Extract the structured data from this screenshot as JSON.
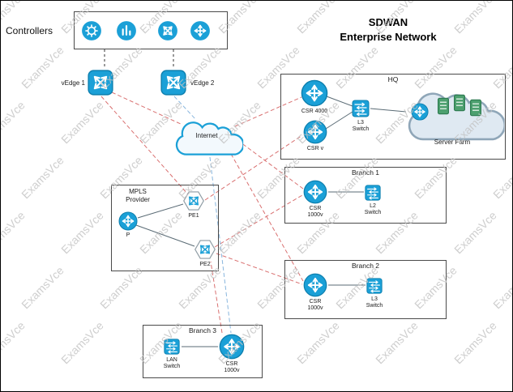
{
  "title": {
    "line1": "SDWAN",
    "line2": "Enterprise Network"
  },
  "controllers": {
    "label": "Controllers"
  },
  "vedge1": {
    "label": "vEdge 1"
  },
  "vedge2": {
    "label": "vEdge 2"
  },
  "internet": {
    "label": "Internet"
  },
  "hq": {
    "label": "HQ",
    "router1_label": "CSR 4000",
    "router2_label": "CSR v",
    "switch_label": "L3\nSwitch",
    "server_farm_label": "Server Farm"
  },
  "branch1": {
    "label": "Branch 1",
    "router_label": "CSR\n1000v",
    "switch_label": "L2\nSwitch"
  },
  "branch2": {
    "label": "Branch 2",
    "router_label": "CSR\n1000v",
    "switch_label": "L3\nSwitch"
  },
  "branch3": {
    "label": "Branch 3",
    "switch_label": "LAN\nSwitch",
    "router_label": "CSR\n1000v"
  },
  "mpls": {
    "label": "MPLS\nProvider",
    "p_label": "P",
    "pe1_label": "PE1",
    "pe2_label": "PE2"
  },
  "watermark": {
    "text": "ExamsVce"
  },
  "colors": {
    "cisco_blue": "#1ba0d7",
    "red_link": "#d97070",
    "blue_link": "#88b6de"
  }
}
